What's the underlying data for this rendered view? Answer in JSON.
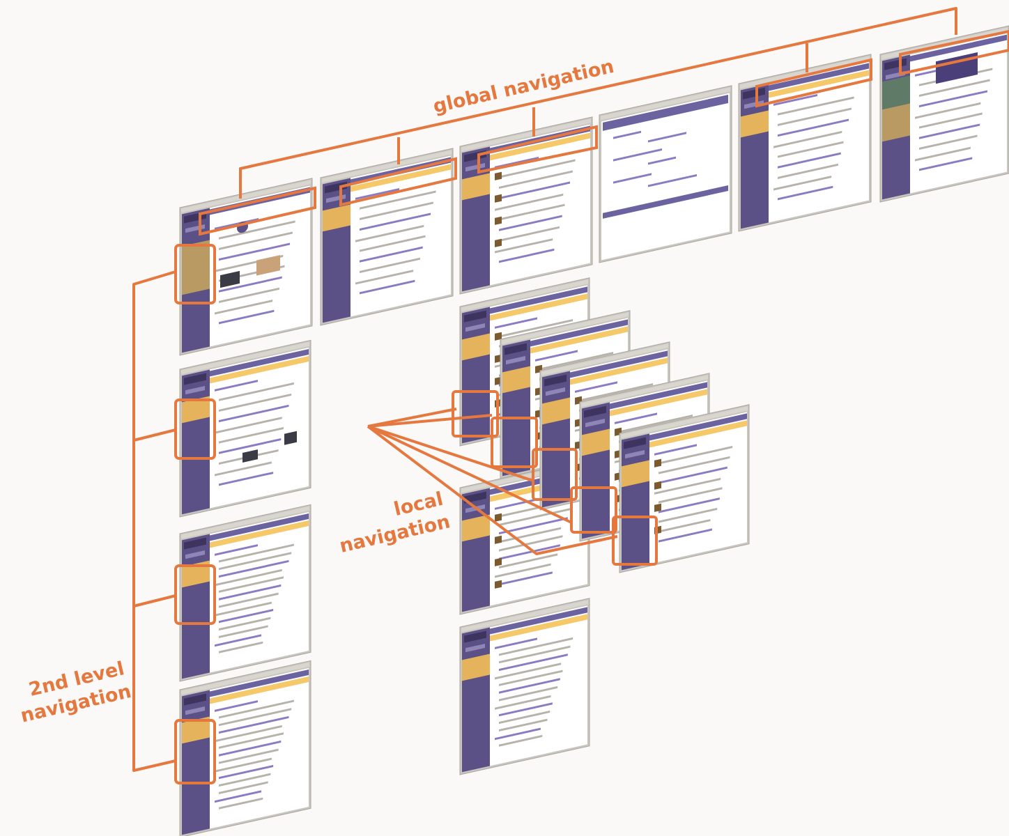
{
  "labels": {
    "global": "global navigation",
    "second_level": [
      "2nd level",
      "navigation"
    ],
    "local": [
      "local",
      "navigation"
    ]
  },
  "colors": {
    "accent": "#e5783f",
    "sidebar": "#5b5187",
    "header_bar": "#6b62a0",
    "highlight": "#f5c86a",
    "page": "#ffffff",
    "frame": "#c9c6c0",
    "text_gray": "#b7b3aa",
    "link_purple": "#8a7bc2",
    "background": "#faf9f7"
  },
  "screenshot_groups": {
    "global": [
      "home",
      "section-2",
      "section-3",
      "section-4",
      "section-5",
      "section-6"
    ],
    "second_level": [
      "sub-page-1",
      "sub-page-2",
      "sub-page-3"
    ],
    "local": [
      "local-page-1",
      "local-page-2",
      "local-page-3",
      "local-page-4",
      "local-page-5"
    ],
    "local_column": [
      "column-page-1",
      "column-page-2"
    ]
  }
}
